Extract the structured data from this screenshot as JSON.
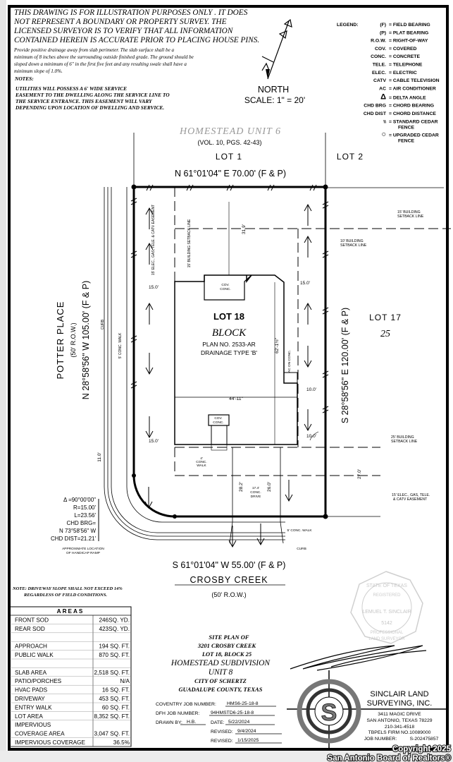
{
  "disclaimer": {
    "lines": [
      "THIS DRAWING IS FOR ILLUSTRATION PURPOSES ONLY . IT DOES",
      "NOT REPRESENT A BOUNDARY OR PROPERTY SURVEY. THE",
      "LICENSED SURVEYOR IS TO VERIFY THAT ALL INFORMATION",
      "CONTAINED HEREIN IS ACCURATE PRIOR TO PLACING HOUSE PINS."
    ],
    "drainage": [
      "Provide positive drainage away from slab perimeter. The slab surface shall be a",
      "minimum of 8 inches above the surrounding outside finished grade. The ground should be",
      "sloped down a minimum of 6\" in the first five feet and any resulting swale shall have a",
      "minimum slope of 1.0%."
    ]
  },
  "notes": {
    "title": "NOTES:",
    "lines": [
      "UTILITIES WILL POSSESS A 6' WIDE SERVICE",
      "EASEMENT TO THE DWELLING ALONG THE SERVICE LINE TO",
      "THE SERVICE ENTRANCE. THIS EASEMENT WILL VARY",
      "DEPENDING UPON LOCATION OF DWELLING AND SERVICE."
    ]
  },
  "north": {
    "label": "NORTH",
    "scale": "SCALE: 1\" = 20'"
  },
  "legend": {
    "title": "LEGEND:",
    "items": [
      {
        "key": "(F)",
        "value": "= FIELD BEARING"
      },
      {
        "key": "(P)",
        "value": "= PLAT BEARING"
      },
      {
        "key": "R.O.W.",
        "value": "= RIGHT-OF-WAY"
      },
      {
        "key": "COV.",
        "value": "= COVERED"
      },
      {
        "key": "CONC.",
        "value": "= CONCRETE"
      },
      {
        "key": "TELE.",
        "value": "= TELEPHONE"
      },
      {
        "key": "ELEC.",
        "value": "= ELECTRIC"
      },
      {
        "key": "CATV",
        "value": "= CABLE TELEVISION"
      },
      {
        "key": "AC",
        "value": "= AIR CONDITIONER"
      },
      {
        "key": "Δ",
        "value": "= DELTA ANGLE"
      },
      {
        "key": "CHD BRG",
        "value": "= CHORD BEARING"
      },
      {
        "key": "CHD DIST",
        "value": "= CHORD DISTANCE"
      },
      {
        "key": "\\\\",
        "value": "= STANDARD CEDAR",
        "value2": "FENCE"
      },
      {
        "key": "○",
        "value": "= UPGRADED CEDAR",
        "value2": "FENCE"
      }
    ]
  },
  "plan": {
    "subdivision": "HOMESTEAD UNIT 6",
    "volume": "(VOL. 10, PGS. 42-43)",
    "lot1": "LOT 1",
    "lot2": "LOT 2",
    "north_line": "N 61°01'04\" E 70.00' (F & P)",
    "south_line": "S 61°01'04\" W 55.00' (F & P)",
    "west_line": "N 28°58'56\" W 105.00' (F & P)",
    "east_line": "S 28°58'56\" E 120.00' (F & P)",
    "street_west": "POTTER PLACE",
    "street_west_row": "(50' R.O.W.)",
    "street_south": "CROSBY CREEK",
    "street_south_row": "(50' R.O.W.)",
    "lot": "LOT 18",
    "block": "BLOCK",
    "plan_no": "PLAN NO. 2533-AR",
    "drainage": "DRAINAGE TYPE 'B'",
    "lot17": "LOT 17",
    "block17": "25",
    "dims": {
      "d31": "31.9'",
      "d15a": "15.0'",
      "d15b": "15.0'",
      "d15c": "15.0'",
      "d10a": "10.0'",
      "d10b": "10.0'",
      "d62": "62'-1½\"",
      "d44": "44'-11\"",
      "d11": "11.0'",
      "d282": "28.2'",
      "d260": "26.0'",
      "d270": "27.0'"
    },
    "labels": {
      "cov_conc": "COV.",
      "cov_conc2": "CONC.",
      "ac": "AC ON CONC.",
      "walk4": "4'",
      "walk4b": "CONC.",
      "walk4c": "WALK",
      "drive1": "17.4'",
      "drive2": "CONC.",
      "drive3": "DRIVE",
      "walk5": "5' CONC. WALK",
      "curb": "CURB",
      "walk5v": "5' CONC. WALK",
      "curbv": "CURB",
      "easement_top": "15' ELEC., GAS, TELE. & CATV EASEMENT",
      "setback_top_v": "15' BUILDING SETBACK LINE",
      "setback15": "15' BUILDING",
      "setback15b": "SETBACK LINE",
      "setback10": "10' BUILDING",
      "setback10b": "SETBACK LINE",
      "setback25": "25' BUILDING",
      "setback25b": "SETBACK LINE",
      "easement15": "15' ELEC., GAS, TELE.",
      "easement15b": "& CATV EASEMENT",
      "ramp": "APPROXIMATE LOCATION",
      "ramp2": "OF HANDICAP RAMP"
    },
    "curve": [
      "Δ =90°00'00\"",
      "R=15.00'",
      "L=23.56'",
      "CHD BRG=",
      "N 73°58'56\" W",
      "CHD DIST=21.21'"
    ]
  },
  "driveway_note": [
    "NOTE: DRIVEWAY SLOPE SHALL NOT EXCEED 14%",
    "REGARDLESS OF FIELD CONDITIONS."
  ],
  "areas": {
    "title": "AREAS",
    "rows": [
      {
        "label": "FRONT SOD",
        "value": "246SQ. YD."
      },
      {
        "label": "REAR SOD",
        "value": "423SQ. YD."
      },
      {
        "label": "",
        "value": ""
      },
      {
        "label": "APPROACH",
        "value": "194 SQ. FT."
      },
      {
        "label": "PUBLIC WALK",
        "value": "870 SQ. FT."
      },
      {
        "label": "",
        "value": ""
      },
      {
        "label": "SLAB AREA",
        "value": "2,518 SQ. FT."
      },
      {
        "label": "PATIO/PORCHES",
        "value": "N/A"
      },
      {
        "label": "HVAC PADS",
        "value": "16 SQ. FT."
      },
      {
        "label": "DRIVEWAY",
        "value": "453 SQ. FT."
      },
      {
        "label": "ENTRY WALK",
        "value": "60 SQ. FT."
      },
      {
        "label": "LOT AREA",
        "value": "8,352 SQ. FT."
      },
      {
        "label": "IMPERVIOUS",
        "value": ""
      },
      {
        "label": "COVERAGE AREA",
        "value": "3,047 SQ. FT."
      },
      {
        "label": "IMPERVIOUS COVERAGE",
        "value": "36.5%"
      }
    ]
  },
  "title_block": {
    "lines": [
      "SITE PLAN OF",
      "3201 CROSBY CREEK",
      "LOT 18, BLOCK 25",
      "HOMESTEAD SUBDIVISION",
      "UNIT 8",
      "CITY OF SCHERTZ",
      "GUADALUPE COUNTY, TEXAS"
    ],
    "coventry_label": "COVENTRY JOB NUMBER:",
    "coventry": "HMS6-25-18-8",
    "dfh_label": "DFH JOB NUMBER:",
    "dfh": "94HMSTD6-25-18-8",
    "drawn_label": "DRAWN BY:",
    "drawn": "H.B.",
    "date_label": "DATE:",
    "date": "5/22/2024",
    "revised_label": "REVISED:",
    "revised1": "9/4/2024",
    "revised2": "1/15/2025"
  },
  "surveyor": {
    "name1": "SINCLAIR LAND",
    "name2": "SURVEYING, INC.",
    "address": "3411 MAGIC DRIVE",
    "city": "SAN ANTONIO, TEXAS 78229",
    "phone": "210-341-4518",
    "firm": "TBPELS FIRM NO.10089000",
    "job_label": "JOB NUMBER:",
    "job": "S-202475857",
    "logo_letter": "S",
    "seal": [
      "STATE OF TEXAS",
      "REGISTERED",
      "LEMUEL T. SINCLAIR",
      "5142",
      "PROFESSIONAL",
      "LAND SURVEYOR"
    ]
  },
  "watermark": {
    "line1": "Copyright 2025",
    "line2": "San Antonio Board of Realtors®"
  }
}
